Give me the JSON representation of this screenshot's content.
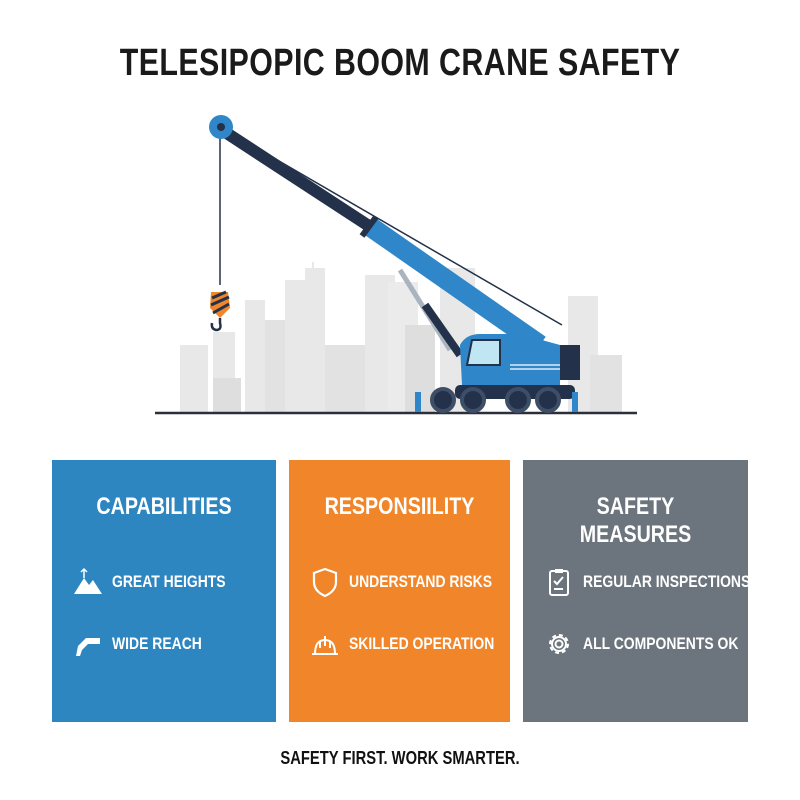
{
  "title": "TELESIPOPIC BOOM CRANE SAFETY",
  "colors": {
    "capabilities": "#2e86c1",
    "responsibility": "#f0852a",
    "safety": "#6c757d",
    "crane_blue": "#2f86c8",
    "crane_dark": "#23324a"
  },
  "panels": [
    {
      "heading": "CAPABILITIES",
      "items": [
        {
          "icon": "mountain-icon",
          "label": "GREAT HEIGHTS"
        },
        {
          "icon": "boom-arm-icon",
          "label": "WIDE REACH"
        }
      ]
    },
    {
      "heading": "RESPONSIILITY",
      "items": [
        {
          "icon": "shield-icon",
          "label": "UNDERSTAND RISKS"
        },
        {
          "icon": "hard-hat-icon",
          "label": "SKILLED OPERATION"
        }
      ]
    },
    {
      "heading": "SAFETY MEASURES",
      "items": [
        {
          "icon": "clipboard-check-icon",
          "label": "REGULAR INSPECTIONS"
        },
        {
          "icon": "gear-icon",
          "label": "ALL COMPONENTS OK"
        }
      ]
    }
  ],
  "footer": "SAFETY FIRST. WORK SMARTER."
}
